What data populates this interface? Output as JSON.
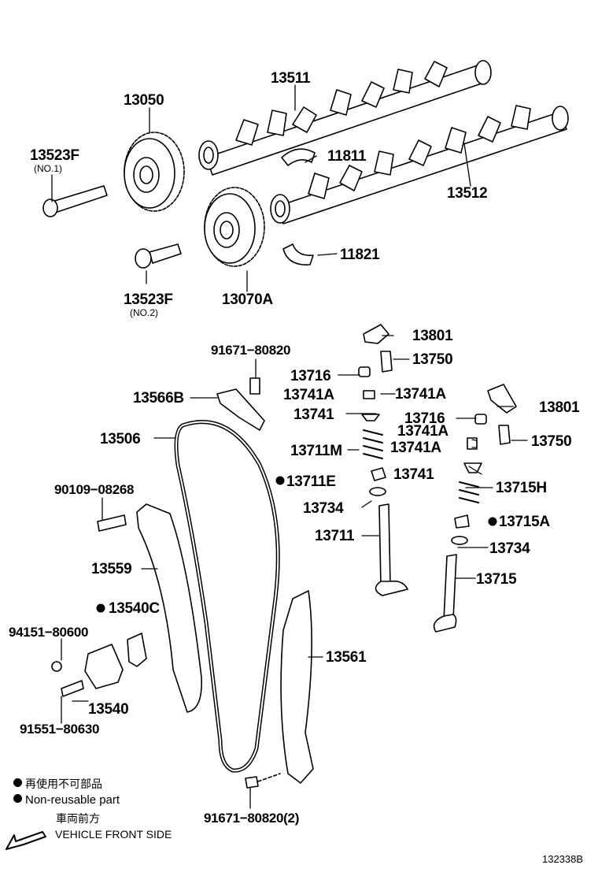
{
  "parts": {
    "p13511": "13511",
    "p13050": "13050",
    "p13523F_1": "13523F",
    "p13523F_1_note": "(NO.1)",
    "p11811": "11811",
    "p13512": "13512",
    "p11821": "11821",
    "p13523F_2": "13523F",
    "p13523F_2_note": "(NO.2)",
    "p13070A": "13070A",
    "p13801_a": "13801",
    "p91671_80820": "91671−80820",
    "p13750_a": "13750",
    "p13716_a": "13716",
    "p13741A_a": "13741A",
    "p13741A_b": "13741A",
    "p13566B": "13566B",
    "p13801_b": "13801",
    "p13741_a": "13741",
    "p13716_b": "13716",
    "p13506": "13506",
    "p13741A_c": "13741A",
    "p13750_b": "13750",
    "p13711M": "13711M",
    "p13741A_d": "13741A",
    "p13741_b": "13741",
    "p13711E": "13711E",
    "p13715H": "13715H",
    "p90109_08268": "90109−08268",
    "p13734_a": "13734",
    "p13715A": "13715A",
    "p13711": "13711",
    "p13734_b": "13734",
    "p13559": "13559",
    "p13715": "13715",
    "p13540C": "13540C",
    "p94151_80600": "94151−80600",
    "p13561": "13561",
    "p13540": "13540",
    "p91551_80630": "91551−80630",
    "p91671_80820_2": "91671−80820(2)"
  },
  "legend": {
    "jp_nonreusable": "再使用不可部品",
    "en_nonreusable": "Non-reusable part",
    "jp_front": "車両前方",
    "en_front": "VEHICLE FRONT SIDE"
  },
  "figure_id": "132338B"
}
